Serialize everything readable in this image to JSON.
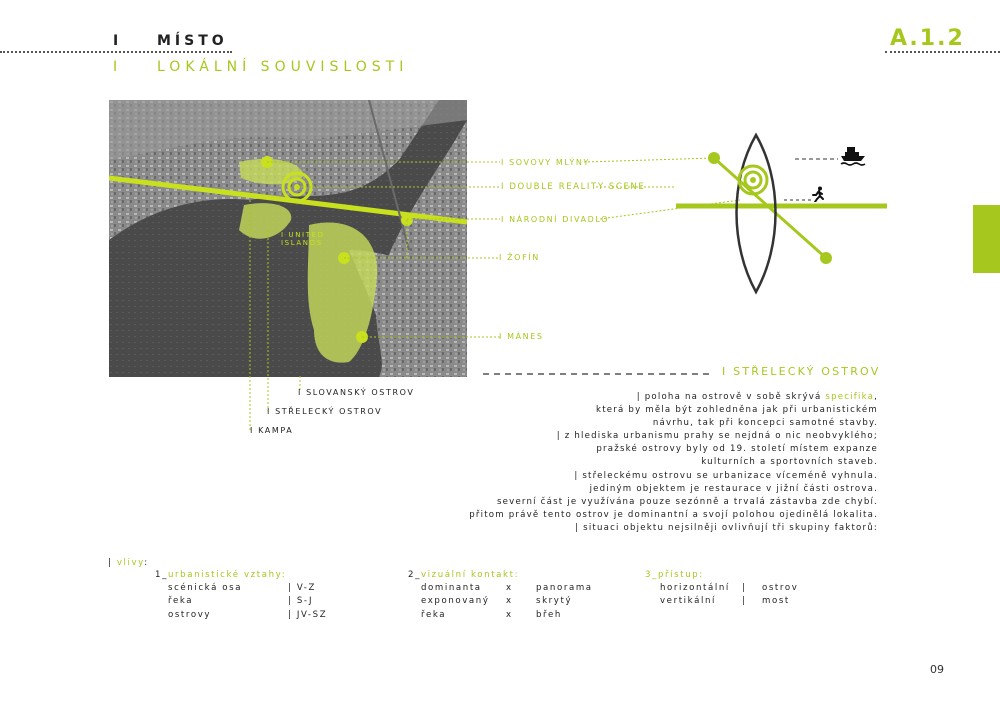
{
  "header": {
    "section_mark": "I",
    "title": "MÍSTO",
    "subtitle_mark": "I",
    "subtitle": "LOKÁLNÍ SOUVISLOSTI",
    "page_code": "A.1.2"
  },
  "map_labels": {
    "united_islands_line1": "I UNITED",
    "united_islands_line2": "ISLANDS",
    "sovovy_mlyny": "I SOVOVY MLÝNY",
    "double_reality": "I DOUBLE REALITY SCENE",
    "narodni_divadlo": "I NÁRODNÍ DIVADLO",
    "zofin": "I ŽOFÍN",
    "manes": "I MÁNES",
    "slovansky_ostrov": "I SLOVANSKÝ OSTROV",
    "strelecky_ostrov_small": "I STŘELECKÝ OSTROV",
    "kampa": "I KAMPA"
  },
  "section": {
    "heading": "I STŘELECKÝ OSTROV",
    "paragraph_lines": [
      [
        "| poloha na ostrově v sobě skrývá ",
        "specifika",
        ","
      ],
      [
        "která by měla být zohledněna jak při urbanistickém"
      ],
      [
        "návrhu, tak při koncepci samotné stavby."
      ],
      [
        "| z hlediska urbanismu prahy se nejdná o nic neobvyklého;"
      ],
      [
        "pražské ostrovy byly od 19. století místem expanze"
      ],
      [
        "kulturních a sportovních staveb."
      ],
      [
        "| střeleckému ostrovu se urbanizace víceméně vyhnula."
      ],
      [
        "jediným objektem je restaurace v jižní části ostrova."
      ],
      [
        "severní část je využívána pouze sezónně a trvalá zástavba zde chybí."
      ],
      [
        "přitom právě tento ostrov je dominantní a svojí polohou ojedinělá lokalita."
      ],
      [
        "| situaci objektu nejsilněji ovlivňují tři skupiny faktorů:"
      ]
    ]
  },
  "influences": {
    "label_prefix": "| ",
    "label": "vlivy",
    "label_suffix": ":",
    "groups": [
      {
        "num": "1_",
        "title": "urbanistické vztahy",
        "rows": [
          [
            "scénická osa",
            "| V-Z"
          ],
          [
            "řeka",
            "| S-J"
          ],
          [
            "ostrovy",
            "| JV-SZ"
          ]
        ]
      },
      {
        "num": "2_",
        "title": "vizuální kontakt",
        "rows": [
          [
            "dominanta",
            "x",
            "panorama"
          ],
          [
            "exponovaný",
            "x",
            "skrytý"
          ],
          [
            "řeka",
            "x",
            "břeh"
          ]
        ]
      },
      {
        "num": "3_",
        "title": "přístup",
        "rows": [
          [
            "horizontální",
            "|",
            "ostrov"
          ],
          [
            "vertikální",
            "|",
            "most"
          ]
        ]
      }
    ]
  },
  "page_number": "09",
  "colors": {
    "accent": "#a6c81e",
    "dark": "#333333"
  },
  "icons": {
    "boat": "boat-icon",
    "runner": "runner-icon"
  }
}
